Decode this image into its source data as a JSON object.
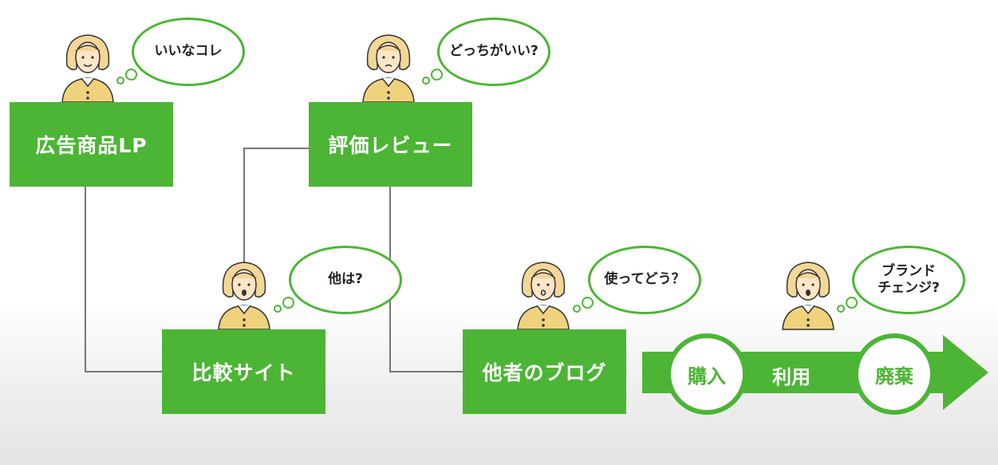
{
  "boxes": {
    "ad_lp": "広告商品LP",
    "review": "評価レビュー",
    "compare": "比較サイト",
    "blog": "他者のブログ"
  },
  "bubbles": {
    "ad_lp": "いいなコレ",
    "review": "どっちがいい?",
    "compare": "他は?",
    "blog": "使ってどう？",
    "brand_line1": "ブランド",
    "brand_line2": "チェンジ?"
  },
  "lifecycle": {
    "purchase": "購入",
    "use": "利用",
    "dispose": "廃棄"
  },
  "colors": {
    "green": "#4cb535",
    "skin": "#fde6c8",
    "hair": "#f2d796",
    "shirt": "#f0d27c"
  }
}
